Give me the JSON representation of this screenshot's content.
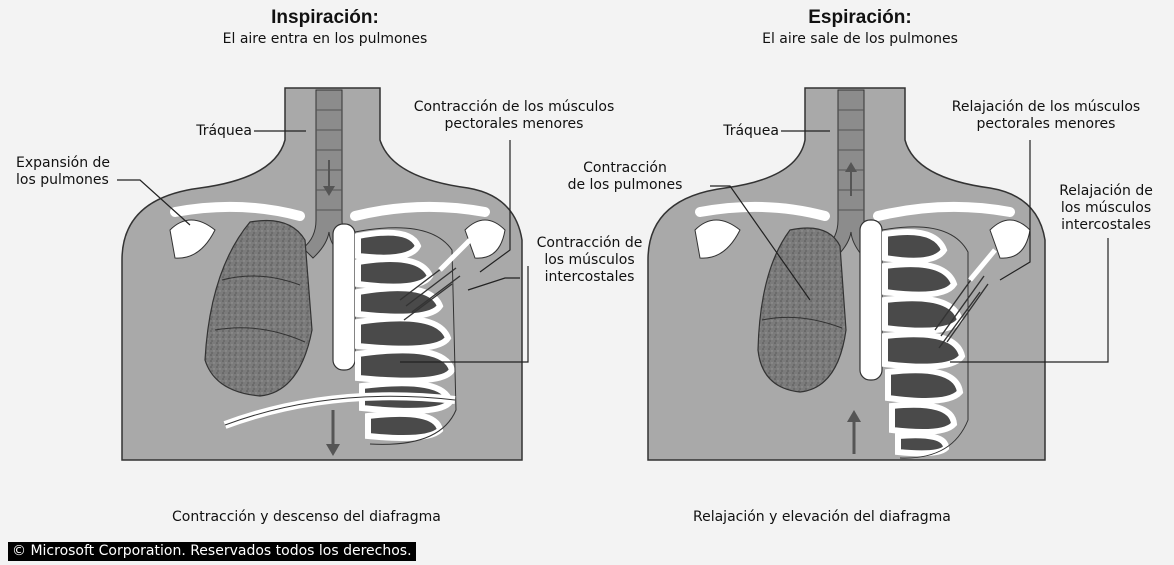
{
  "inspiration": {
    "title": "Inspiración:",
    "subtitle": "El aire entra en los pulmones",
    "labels": {
      "trachea": "Tráquea",
      "lung_expansion": "Expansión de\nlos pulmones",
      "pectoral": "Contracción de los músculos\npectorales menores",
      "intercostal": "Contracción de\nlos músculos\nintercostales"
    },
    "caption": "Contracción y descenso del diafragma"
  },
  "expiration": {
    "title": "Espiración:",
    "subtitle": "El aire sale de los pulmones",
    "labels": {
      "trachea": "Tráquea",
      "lung_contraction": "Contracción\nde los pulmones",
      "pectoral": "Relajación de los músculos\npectorales menores",
      "intercostal": "Relajación de\nlos músculos\nintercostales"
    },
    "caption": "Relajación y elevación del diafragma"
  },
  "copyright": "© Microsoft Corporation. Reservados todos los derechos.",
  "colors": {
    "torso": "#a9a9a9",
    "lung": "#7d7d7d",
    "bone": "#ffffff",
    "rib_gap": "#4a4a4a",
    "line": "#222222"
  }
}
